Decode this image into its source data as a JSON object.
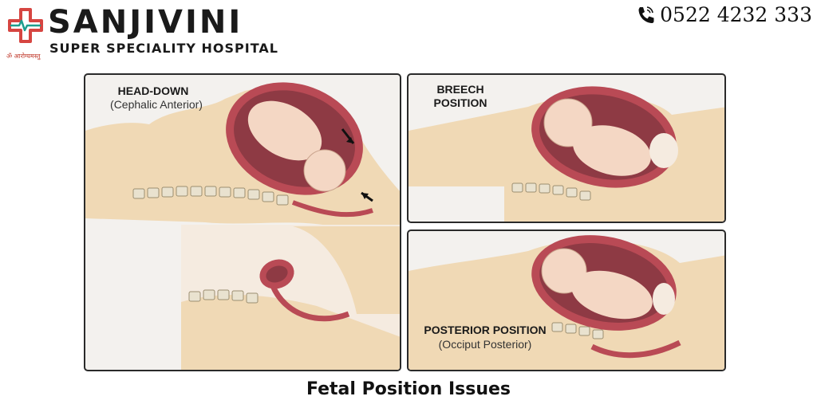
{
  "header": {
    "brand_name": "SANJIVINI",
    "brand_subtitle": "SUPER SPECIALITY HOSPITAL",
    "brand_tagline": "ॐ आरोग्यमस्तु",
    "phone_number": "0522 4232 333"
  },
  "panels": {
    "head_down": {
      "title": "HEAD-DOWN",
      "subtitle": "(Cephalic Anterior)"
    },
    "breech": {
      "title_line1": "BREECH",
      "title_line2": "POSITION"
    },
    "posterior": {
      "title": "POSTERIOR POSITION",
      "subtitle": "(Occiput Posterior)"
    }
  },
  "caption": "Fetal Position Issues",
  "colors": {
    "skin": "#f0d9b5",
    "uterus": "#b94a55",
    "fluid": "#8e3a44",
    "baby": "#f4d7c4",
    "spine": "#e9e2cf",
    "logo_red": "#d64541",
    "logo_teal": "#1e9e8e"
  }
}
